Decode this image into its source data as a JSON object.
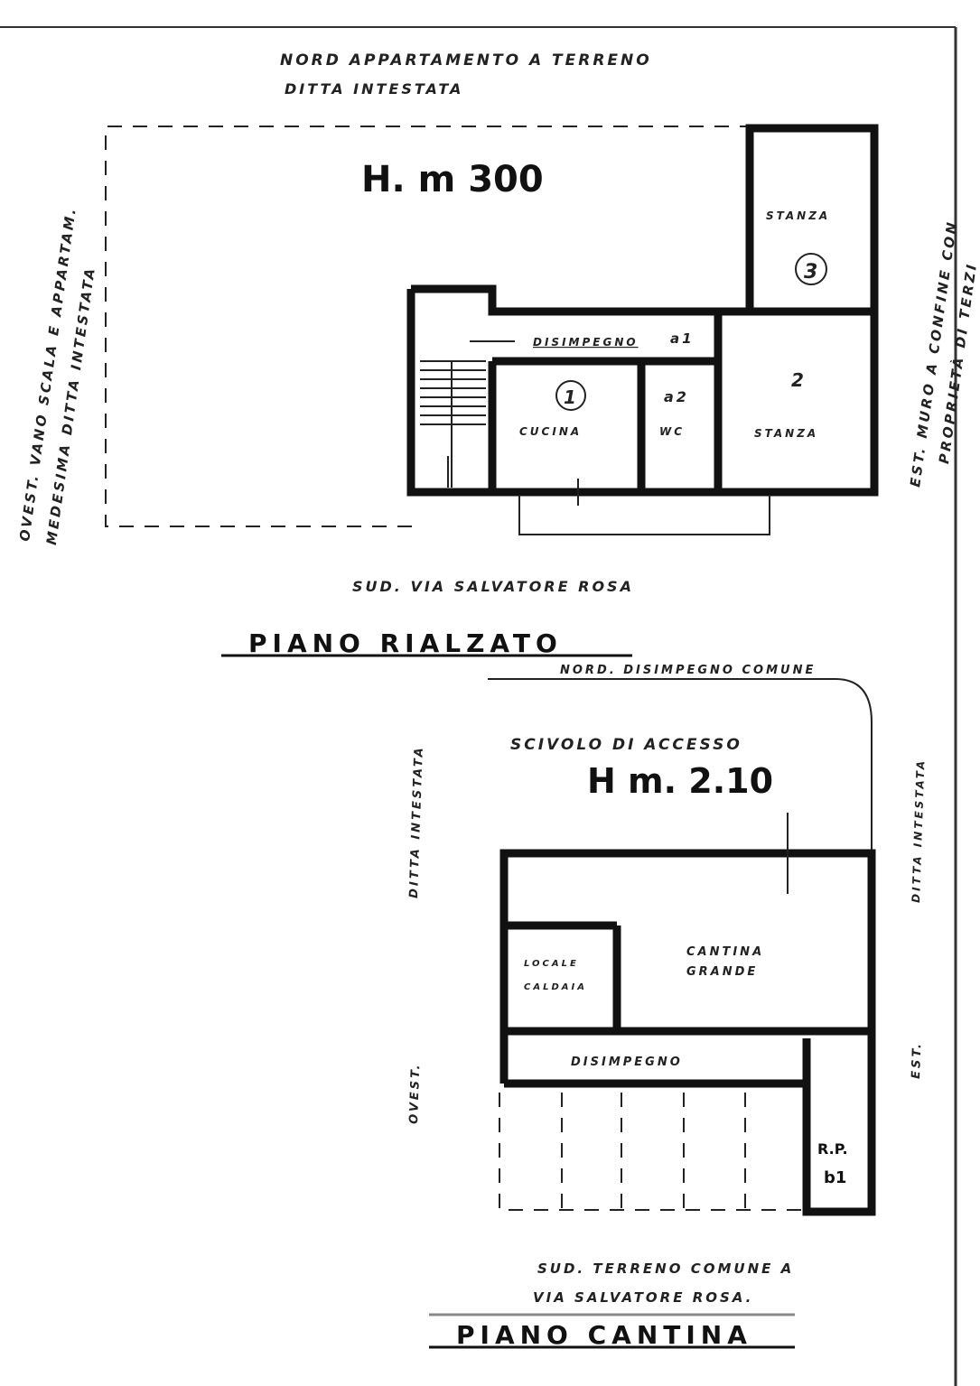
{
  "upper": {
    "north": "NORD APPARTAMENTO A TERRENO",
    "north2": "DITTA INTESTATA",
    "west": "OVEST. VANO SCALA E APPARTAM.",
    "west2": "MEDESIMA DITTA INTESTATA",
    "east": "EST. MURO A CONFINE CON",
    "east2": "PROPRIETÀ DI TERZI",
    "height": "H. m 300",
    "rooms": {
      "r3_label": "STANZA",
      "r3_num": "3",
      "dis_label": "DISIMPEGNO",
      "dis_num": "a1",
      "r1_num": "1",
      "r1_label": "CUCINA",
      "wc_num": "a2",
      "wc_label": "WC",
      "r2_num": "2",
      "r2_label": "STANZA"
    },
    "south": "SUD. VIA SALVATORE ROSA",
    "title": "PIANO RIALZATO"
  },
  "lower": {
    "north": "NORD. DISIMPEGNO COMUNE",
    "ramp": "SCIVOLO DI ACCESSO",
    "height": "H m. 2.10",
    "west": "DITTA INTESTATA",
    "east": "DITTA INTESTATA",
    "west2": "OVEST.",
    "east2": "EST.",
    "rooms": {
      "cantina1": "CANTINA",
      "cantina2": "GRANDE",
      "caldaia1": "LOCALE",
      "caldaia2": "CALDAIA",
      "dis": "DISIMPEGNO",
      "rp1": "R.P.",
      "rp2": "b1"
    },
    "south": "SUD. TERRENO COMUNE A",
    "south2": "VIA SALVATORE ROSA.",
    "title": "PIANO CANTINA"
  }
}
